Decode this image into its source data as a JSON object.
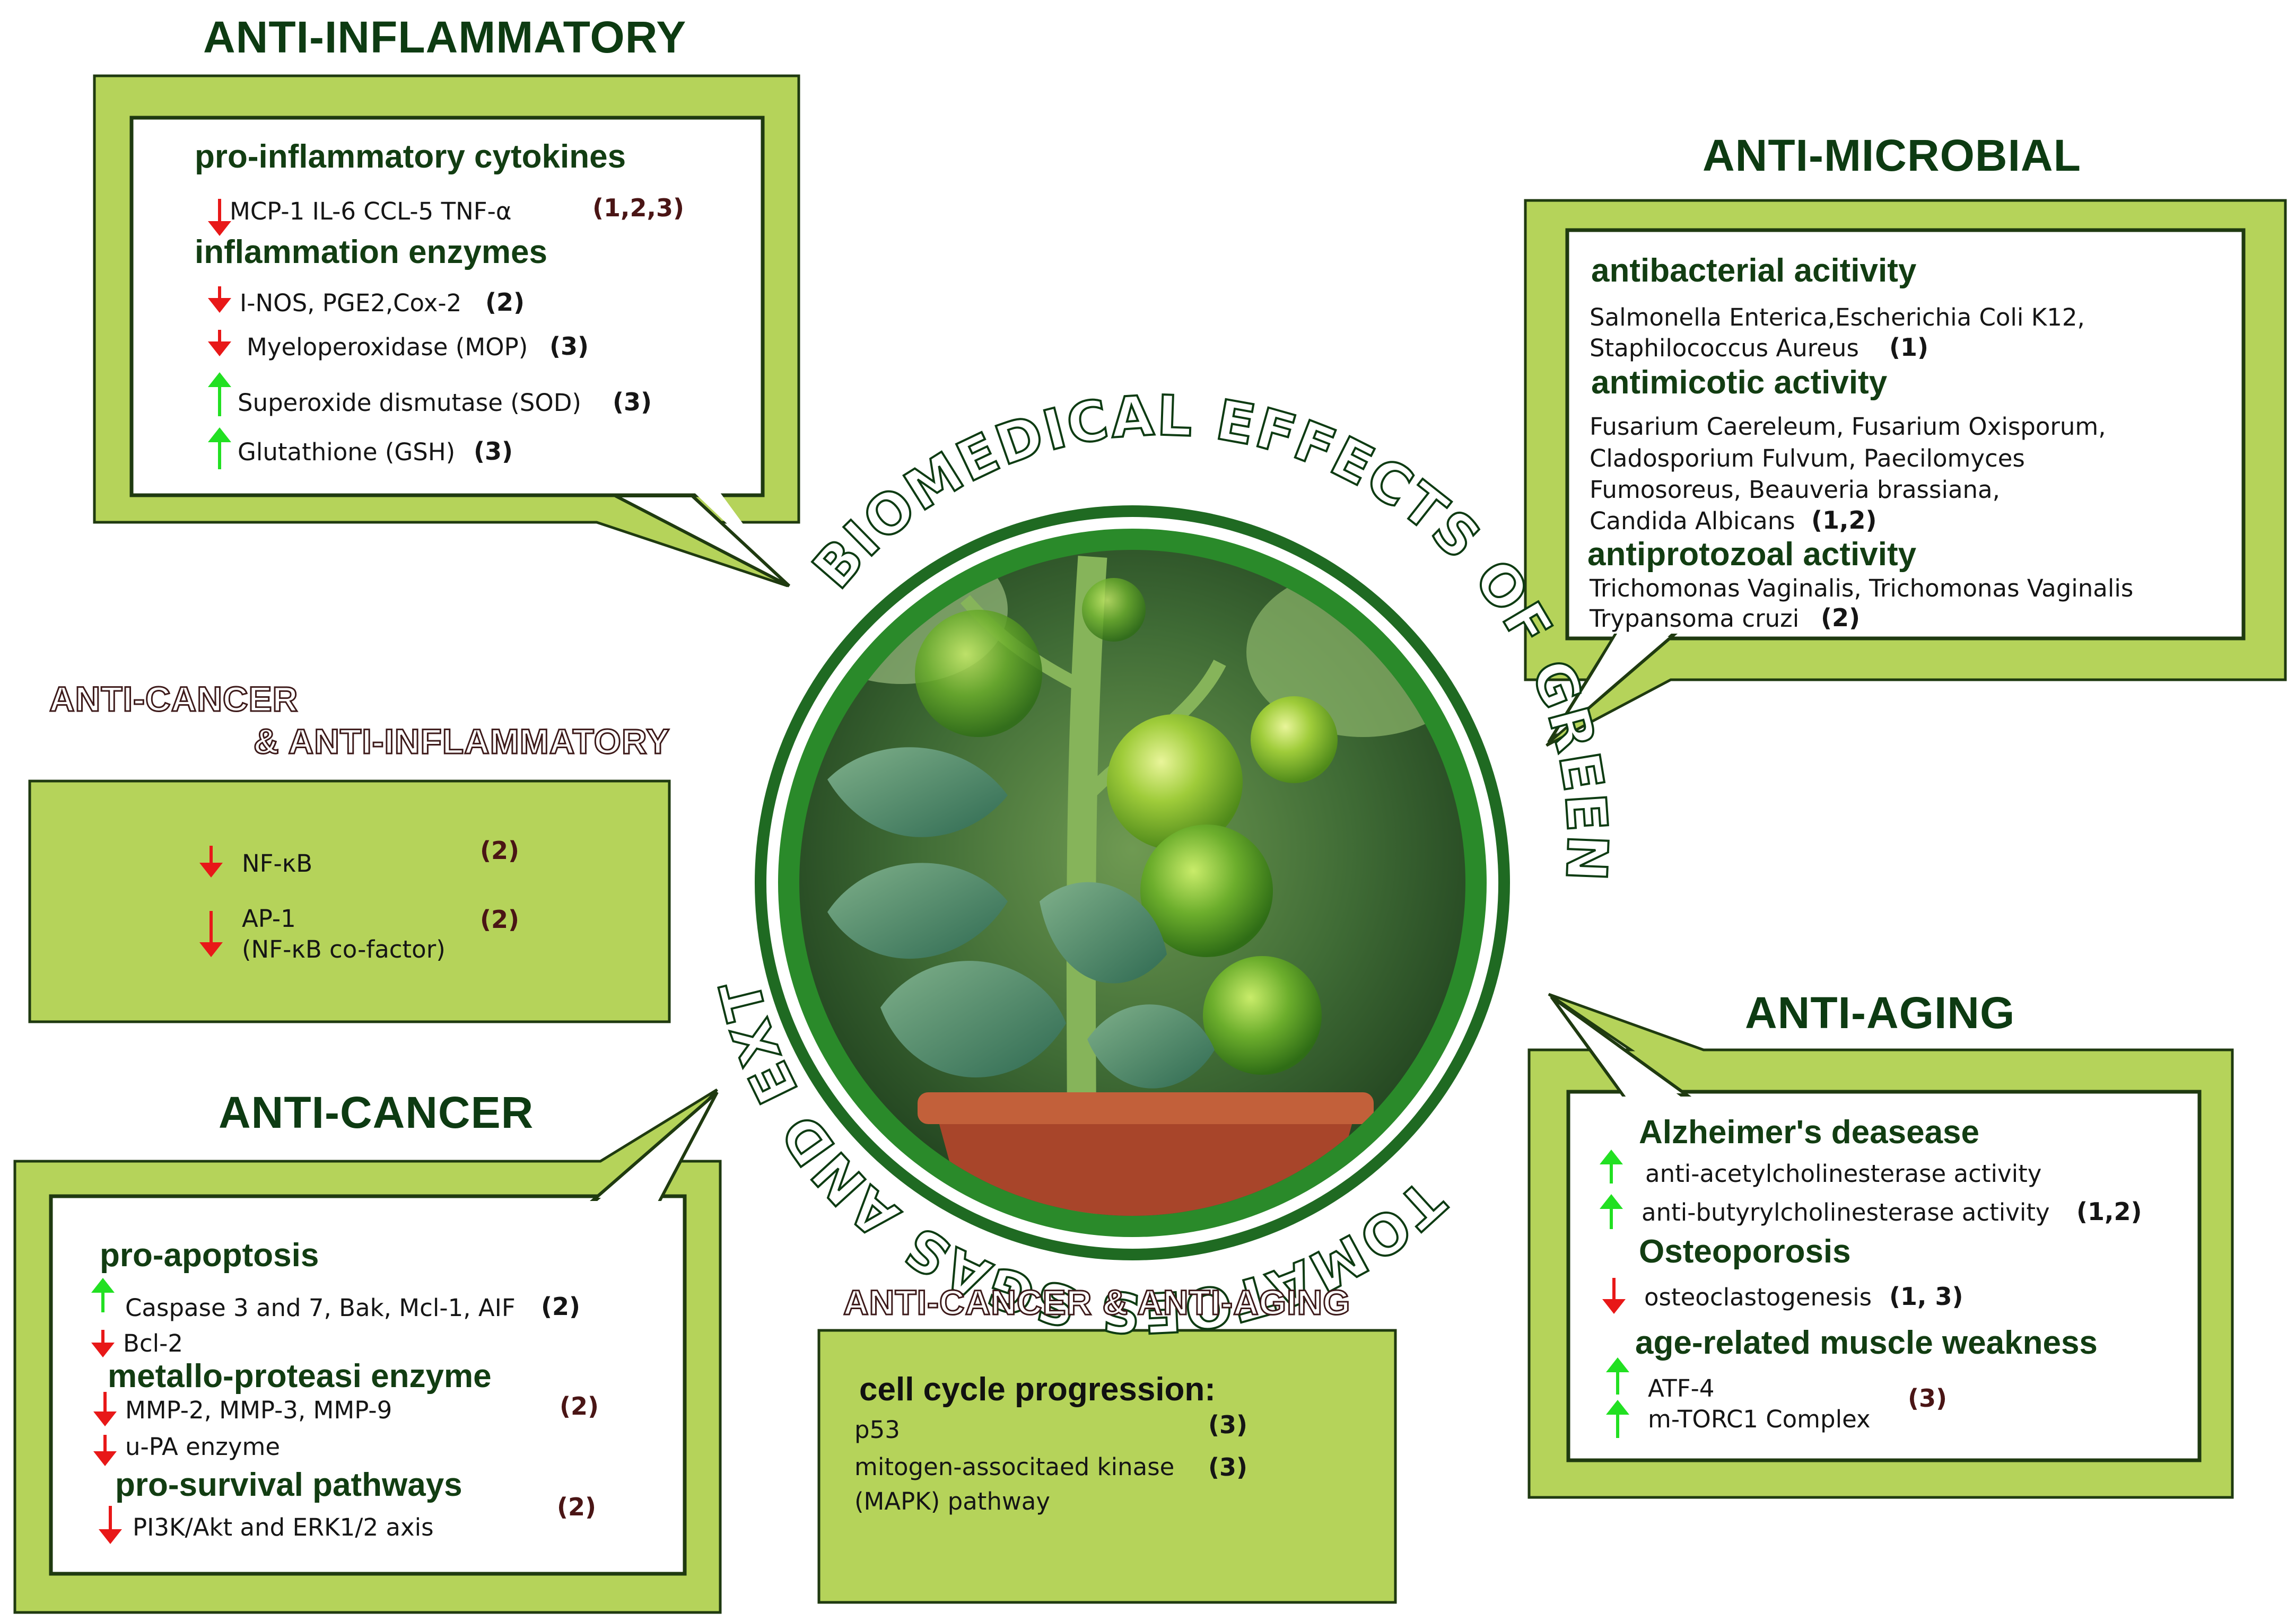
{
  "title_arc": "BIOMEDICAL EFFECTS OF GREEN TOMATOES SGAS AND EXTRACTS",
  "anti_inflammatory": {
    "heading": "ANTI-INFLAMMATORY",
    "sec1": "pro-inflammatory cytokines",
    "line1": "MCP-1  IL-6  CCL-5  TNF-α",
    "ref1": "(1,2,3)",
    "sec2": "inflammation enzymes",
    "line2": "I-NOS, PGE2,Cox-2",
    "ref2": "(2)",
    "line3": "Myeloperoxidase (MOP)",
    "ref3": "(3)",
    "line4": "Superoxide dismutase (SOD)",
    "ref4": "(3)",
    "line5": "Glutathione (GSH)",
    "ref5": "(3)"
  },
  "anti_microbial": {
    "heading": "ANTI-MICROBIAL",
    "sec1": "antibacterial acitivity",
    "b1": "Salmonella Enterica,Escherichia Coli K12,",
    "b2": "Staphilococcus  Aureus",
    "ref1": "(1)",
    "sec2": "antimicotic activity",
    "m1": "Fusarium Caereleum, Fusarium Oxisporum,",
    "m2": "Cladosporium Fulvum, Paecilomyces",
    "m3": "Fumosoreus, Beauveria brassiana,",
    "m4": "Candida Albicans",
    "ref2": "(1,2)",
    "sec3": "antiprotozoal activity",
    "p1": "Trichomonas Vaginalis, Trichomonas Vaginalis",
    "p2": "Trypansoma cruzi",
    "ref3": "(2)"
  },
  "anti_cancer_inflammatory": {
    "heading1": "ANTI-CANCER",
    "heading2": "&   ANTI-INFLAMMATORY",
    "l1": "NF-κB",
    "r1": "(2)",
    "l2a": "AP-1",
    "l2b": "(NF-κB co-factor)",
    "r2": "(2)"
  },
  "anti_cancer": {
    "heading": "ANTI-CANCER",
    "sec1": "pro-apoptosis",
    "l1": "Caspase 3 and 7, Bak, Mcl-1, AIF",
    "r1": "(2)",
    "l2": "Bcl-2",
    "sec2": "metallo-proteasi enzyme",
    "l3": "MMP-2, MMP-3, MMP-9",
    "r3": "(2)",
    "l4": "u-PA enzyme",
    "sec3": "pro-survival pathways",
    "r5": "(2)",
    "l5": "PI3K/Akt and ERK1/2 axis"
  },
  "anti_cancer_aging": {
    "heading": "ANTI-CANCER & ANTI-AGING",
    "sec1": "cell cycle progression:",
    "l1": "p53",
    "r1": "(3)",
    "l2a": "mitogen-associtaed kinase",
    "l2b": "(MAPK) pathway",
    "r2": "(3)"
  },
  "anti_aging": {
    "heading": "ANTI-AGING",
    "sec1": "Alzheimer's deasease",
    "l1": "anti-acetylcholinesterase activity",
    "l2": "anti-butyrylcholinesterase activity",
    "r2": "(1,2)",
    "sec2": "Osteoporosis",
    "l3": "osteoclastogenesis",
    "r3": "(1, 3)",
    "sec3": "age-related muscle weakness",
    "l4": "ATF-4",
    "l5": "m-TORC1 Complex",
    "r4": "(3)"
  },
  "colors": {
    "panel_green": "#b5d35a",
    "border_dark": "#1f3a10",
    "heading_green": "#0d3b12",
    "ring_green": "#2e8b2e",
    "arrow_up": "#22e022",
    "arrow_down": "#e81818"
  },
  "icons": [
    "arrow-down-icon",
    "arrow-up-icon",
    "tomato-plant-photo"
  ]
}
